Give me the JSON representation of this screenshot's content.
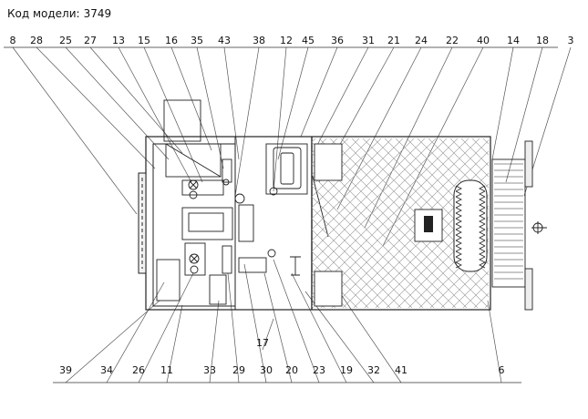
{
  "caption": {
    "label": "Код модели:",
    "model_code": "3749"
  },
  "top_callouts": [
    "8",
    "28",
    "25",
    "27",
    "13",
    "15",
    "16",
    "35",
    "43",
    "38",
    "12",
    "45",
    "36",
    "31",
    "21",
    "24",
    "22",
    "40",
    "14",
    "18",
    "3"
  ],
  "bottom_callouts": [
    "39",
    "34",
    "26",
    "11",
    "33",
    "29",
    "30",
    "20",
    "23",
    "19",
    "32",
    "41",
    "6"
  ],
  "side_callouts": [
    "17"
  ]
}
